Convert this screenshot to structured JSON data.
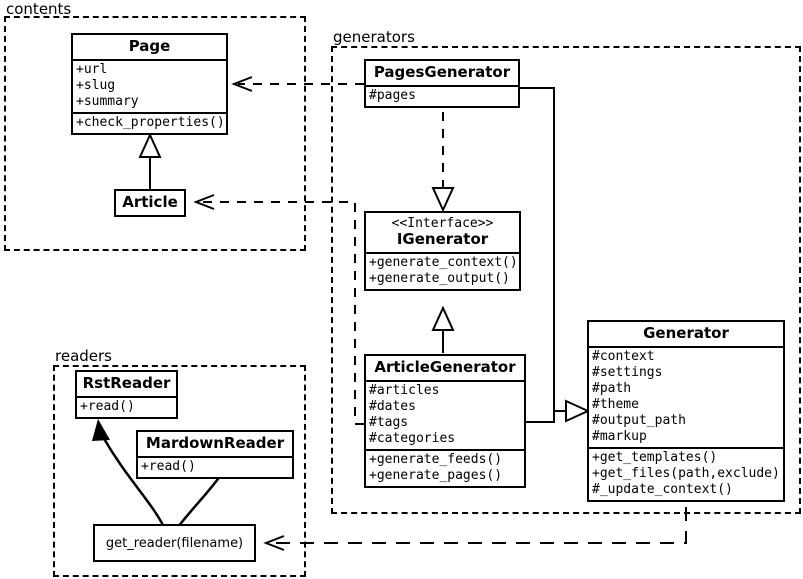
{
  "diagram": {
    "title": "UML class diagram",
    "stroke_color": "#000000",
    "background_color": "#ffffff"
  },
  "packages": [
    {
      "name": "contents",
      "label": "contents"
    },
    {
      "name": "generators",
      "label": "generators"
    },
    {
      "name": "readers",
      "label": "readers"
    }
  ],
  "classes": {
    "page": {
      "name": "Page",
      "attributes": [
        "+url",
        "+slug",
        "+summary"
      ],
      "methods": [
        "+check_properties()"
      ]
    },
    "article": {
      "name": "Article",
      "attributes": [],
      "methods": []
    },
    "pages_generator": {
      "name": "PagesGenerator",
      "attributes": [
        "#pages"
      ],
      "methods": []
    },
    "igenerator": {
      "stereotype": "<<Interface>>",
      "name": "IGenerator",
      "attributes": [],
      "methods": [
        "+generate_context()",
        "+generate_output()"
      ]
    },
    "article_generator": {
      "name": "ArticleGenerator",
      "attributes": [
        "#articles",
        "#dates",
        "#tags",
        "#categories"
      ],
      "methods": [
        "+generate_feeds()",
        "+generate_pages()"
      ]
    },
    "generator": {
      "name": "Generator",
      "attributes": [
        "#context",
        "#settings",
        "#path",
        "#theme",
        "#output_path",
        "#markup"
      ],
      "methods": [
        "+get_templates()",
        "+get_files(path,exclude)",
        "#_update_context()"
      ]
    },
    "rst_reader": {
      "name": "RstReader",
      "attributes": [],
      "methods": [
        "+read()"
      ]
    },
    "mardown_reader": {
      "name": "MardownReader",
      "attributes": [],
      "methods": [
        "+read()"
      ]
    },
    "get_reader": {
      "name": "get_reader(filename)"
    }
  },
  "relationships": [
    {
      "from": "Article",
      "to": "Page",
      "type": "generalization"
    },
    {
      "from": "PagesGenerator",
      "to": "IGenerator",
      "type": "realization"
    },
    {
      "from": "ArticleGenerator",
      "to": "IGenerator",
      "type": "generalization"
    },
    {
      "from": "PagesGenerator",
      "to": "Generator",
      "type": "generalization"
    },
    {
      "from": "ArticleGenerator",
      "to": "Generator",
      "type": "generalization"
    },
    {
      "from": "PagesGenerator",
      "to": "Page",
      "type": "dependency"
    },
    {
      "from": "ArticleGenerator",
      "to": "Article",
      "type": "dependency"
    },
    {
      "from": "Generator",
      "to": "get_reader(filename)",
      "type": "dependency"
    },
    {
      "from": "get_reader(filename)",
      "to": "RstReader",
      "type": "usage"
    },
    {
      "from": "get_reader(filename)",
      "to": "MardownReader",
      "type": "usage"
    }
  ]
}
